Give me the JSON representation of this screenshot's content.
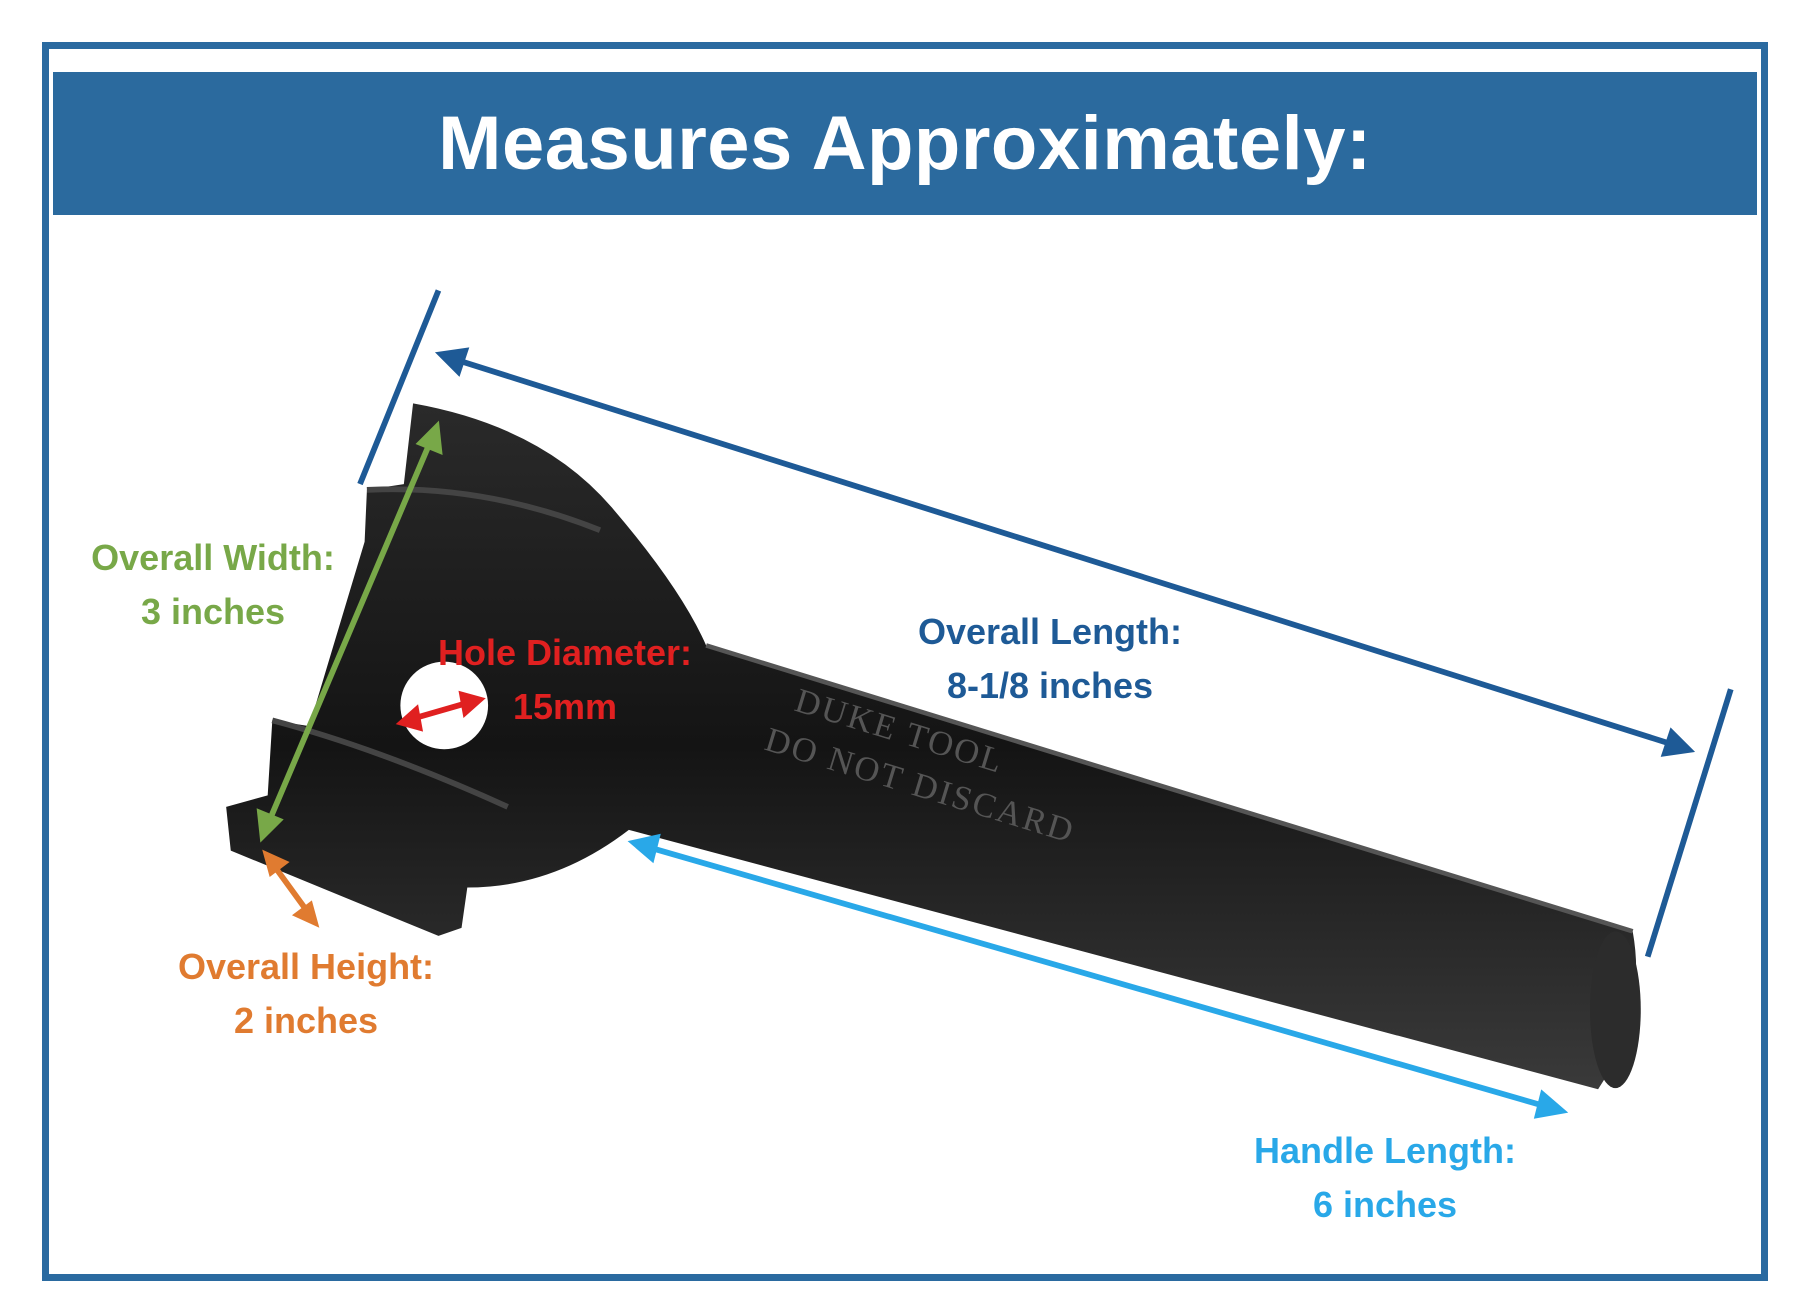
{
  "header": {
    "title": "Measures Approximately:"
  },
  "measurements": {
    "width": {
      "label": "Overall Width:",
      "value": "3 inches",
      "color": "#78a848"
    },
    "hole": {
      "label": "Hole Diameter:",
      "value": "15mm",
      "color": "#e02020"
    },
    "length": {
      "label": "Overall Length:",
      "value": "8-1/8 inches",
      "color": "#1e5a96"
    },
    "height": {
      "label": "Overall Height:",
      "value": "2 inches",
      "color": "#e07b30"
    },
    "handle": {
      "label": "Handle Length:",
      "value": "6 inches",
      "color": "#29a8e8"
    }
  },
  "product": {
    "emboss_line1": "DUKE TOOL",
    "emboss_line2": "DO NOT DISCARD"
  },
  "colors": {
    "frame": "#2a6aa0",
    "header": "#2b6a9e"
  }
}
